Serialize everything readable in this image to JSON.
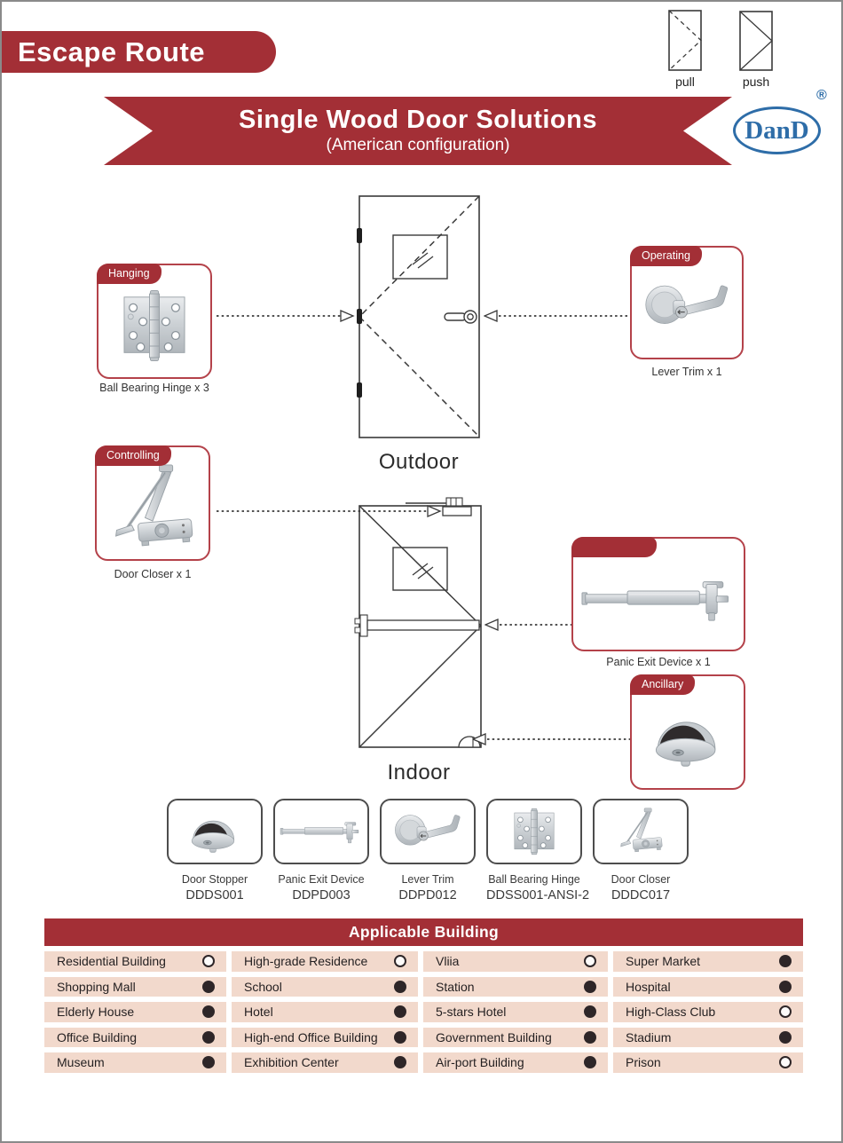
{
  "header": {
    "banner": "Escape Route",
    "ribbon_title": "Single Wood Door Solutions",
    "ribbon_subtitle": "(American configuration)",
    "brand": "DanD",
    "registered": "®"
  },
  "legend": {
    "pull": "pull",
    "push": "push"
  },
  "doors": {
    "outdoor_label": "Outdoor",
    "indoor_label": "Indoor"
  },
  "callouts": {
    "hanging": {
      "tab": "Hanging",
      "caption": "Ball Bearing Hinge x 3"
    },
    "operating": {
      "tab": "Operating",
      "caption": "Lever Trim x 1"
    },
    "controlling": {
      "tab": "Controlling",
      "caption": "Door Closer x 1"
    },
    "panic": {
      "tab": "",
      "caption": "Panic Exit Device x 1"
    },
    "ancillary": {
      "tab": "Ancillary",
      "caption": ""
    }
  },
  "products": [
    {
      "name": "Door Stopper",
      "code": "DDDS001"
    },
    {
      "name": "Panic Exit Device",
      "code": "DDPD003"
    },
    {
      "name": "Lever Trim",
      "code": "DDPD012"
    },
    {
      "name": "Ball Bearing Hinge",
      "code": "DDSS001-ANSI-2"
    },
    {
      "name": "Door Closer",
      "code": "DDDC017"
    }
  ],
  "applicable_building": {
    "title": "Applicable Building",
    "columns": [
      [
        {
          "label": "Residential Building",
          "filled": false
        },
        {
          "label": "Shopping Mall",
          "filled": true
        },
        {
          "label": "Elderly House",
          "filled": true
        },
        {
          "label": "Office Building",
          "filled": true
        },
        {
          "label": "Museum",
          "filled": true
        }
      ],
      [
        {
          "label": "High-grade Residence",
          "filled": false
        },
        {
          "label": "School",
          "filled": true
        },
        {
          "label": "Hotel",
          "filled": true
        },
        {
          "label": "High-end Office Building",
          "filled": true
        },
        {
          "label": "Exhibition Center",
          "filled": true
        }
      ],
      [
        {
          "label": "Vliia",
          "filled": false
        },
        {
          "label": "Station",
          "filled": true
        },
        {
          "label": "5-stars Hotel",
          "filled": true
        },
        {
          "label": "Government Building",
          "filled": true
        },
        {
          "label": "Air-port Building",
          "filled": true
        }
      ],
      [
        {
          "label": "Super Market",
          "filled": true
        },
        {
          "label": "Hospital",
          "filled": true
        },
        {
          "label": "High-Class Club",
          "filled": false
        },
        {
          "label": "Stadium",
          "filled": true
        },
        {
          "label": "Prison",
          "filled": false
        }
      ]
    ]
  },
  "colors": {
    "brand_red": "#A32F36",
    "brand_blue": "#2E6DA8",
    "cell_pink": "#F2D9CC",
    "dot_dark": "#2E2628"
  }
}
